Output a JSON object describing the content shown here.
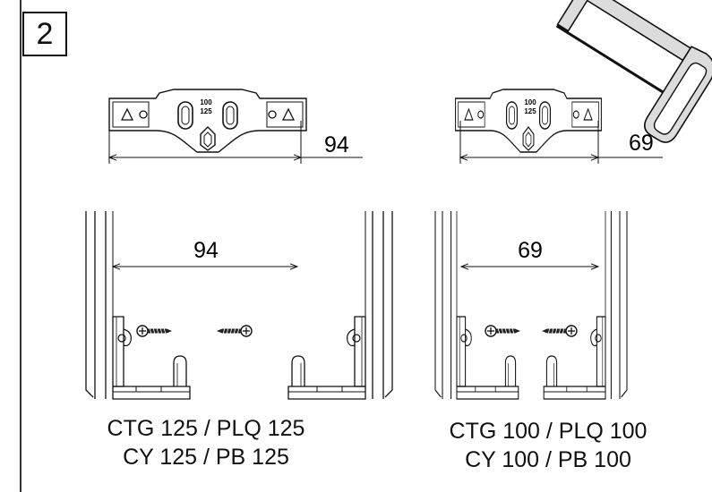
{
  "step_number": "2",
  "left": {
    "bracket_marking_top": "100",
    "bracket_marking_bottom": "125",
    "bracket_dimension": "94",
    "inner_dimension": "94",
    "caption_line1": "CTG 125 / PLQ 125",
    "caption_line2": "CY 125 / PB 125"
  },
  "right": {
    "bracket_marking_top": "100",
    "bracket_marking_bottom": "125",
    "bracket_dimension": "69",
    "inner_dimension": "69",
    "caption_line1": "CTG 100 / PLQ 100",
    "caption_line2": "CY 100 / PB 100"
  },
  "icons": {
    "tool": "hacksaw-icon",
    "fastener": "screw-icon",
    "part": "mounting-bracket-icon"
  },
  "colors": {
    "line": "#111111",
    "tool_fill": "#dcdcdc"
  }
}
